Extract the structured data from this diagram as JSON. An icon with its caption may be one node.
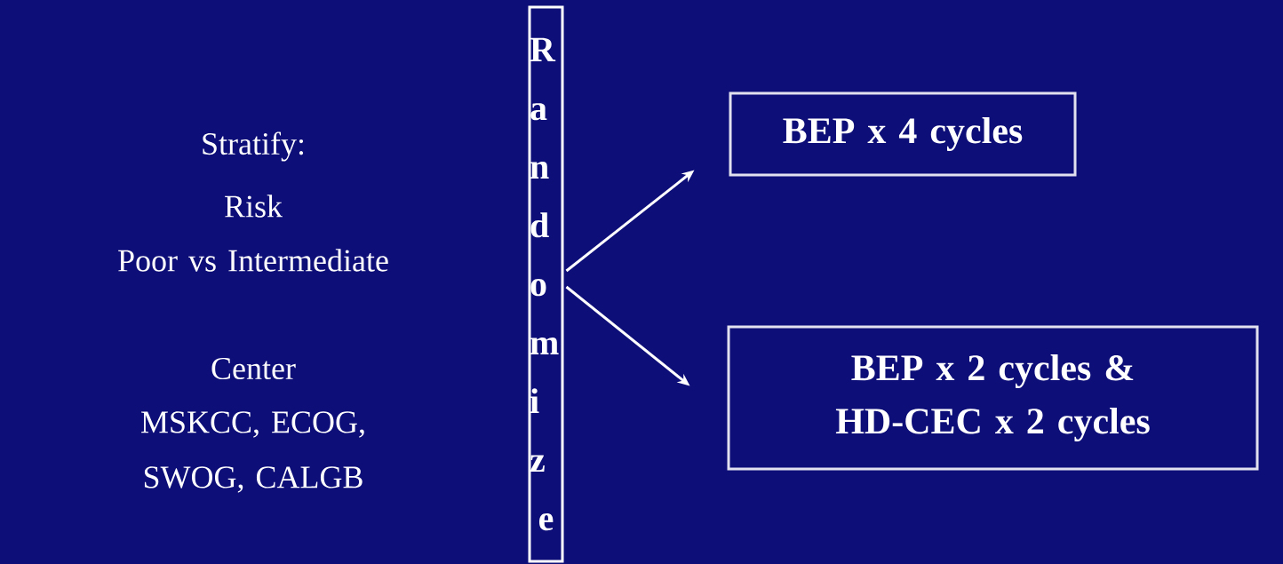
{
  "diagram": {
    "nodes": [
      {
        "text": [
          "Randomize"
        ]
      },
      {
        "text": [
          "BEP x 4 cycles"
        ]
      },
      {
        "text": [
          "BEP x 2 cycles & HD-CEC x 2 cycles"
        ]
      }
    ],
    "edges": [
      {
        "from": 0,
        "to": 1,
        "arrow": "to"
      },
      {
        "from": 0,
        "to": 2,
        "arrow": "to"
      }
    ],
    "labels": [
      "Stratify:",
      "Risk",
      "Poor vs Intermediate",
      "Center",
      "MSKCC, ECOG, SWOG, CALGB"
    ]
  }
}
